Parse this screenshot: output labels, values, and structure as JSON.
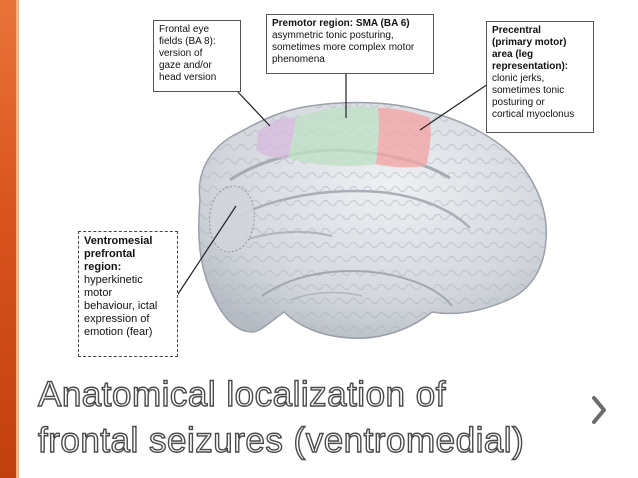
{
  "slide": {
    "title_line_1": "Anatomical localization of",
    "title_line_2": "frontal seizures (ventromedial)",
    "next_icon": "chevron-right-icon",
    "accent_color": "#d9531e"
  },
  "callouts": {
    "frontal_eye_fields": {
      "head": "",
      "body_lines": [
        "Frontal eye",
        "fields (BA 8):",
        "version of",
        "gaze and/or",
        "head version"
      ]
    },
    "premotor": {
      "head": "Premotor region: SMA (BA 6)",
      "body_lines": [
        "asymmetric tonic posturing,",
        "sometimes more complex motor",
        "phenomena"
      ]
    },
    "precentral": {
      "head_lines": [
        "Precentral",
        "(primary motor)",
        "area (leg",
        "representation):"
      ],
      "body_lines": [
        "clonic jerks,",
        "sometimes tonic",
        "posturing or",
        "cortical myoclonus"
      ]
    },
    "ventromesial": {
      "head_lines": [
        "Ventromesial",
        "prefrontal",
        "region:"
      ],
      "body_lines": [
        "hyperkinetic",
        "motor",
        "behaviour, ictal",
        "expression of",
        "emotion (fear)"
      ]
    }
  },
  "region_colors": {
    "frontal_eye_fields": "#d7b9de",
    "premotor": "#bfe0c5",
    "precentral": "#f2a6a6"
  }
}
